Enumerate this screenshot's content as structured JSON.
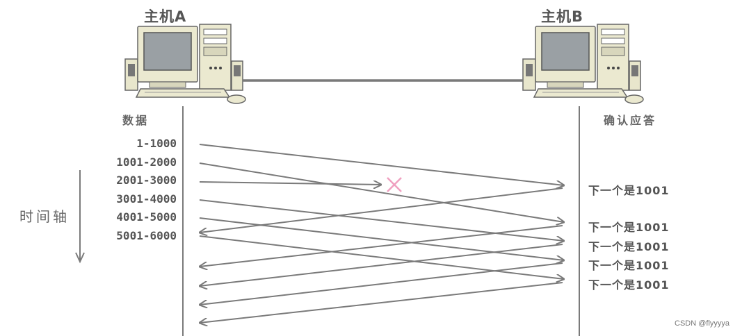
{
  "host_a": {
    "title": "主机A"
  },
  "host_b": {
    "title": "主机B"
  },
  "columns": {
    "data_label": "数据",
    "ack_label": "确认应答"
  },
  "time_axis": {
    "label": "时间轴"
  },
  "segments": [
    "1-1000",
    "1001-2000",
    "2001-3000",
    "3001-4000",
    "4001-5000",
    "5001-6000"
  ],
  "acks": [
    "下一个是1001",
    "下一个是1001",
    "下一个是1001",
    "下一个是1001",
    "下一个是1001"
  ],
  "lost_segment": "2001-3000",
  "colors": {
    "line": "#7a7a7a",
    "lost_mark": "#f0a0c0",
    "text": "#555555"
  },
  "watermark": "CSDN @flyyyya"
}
